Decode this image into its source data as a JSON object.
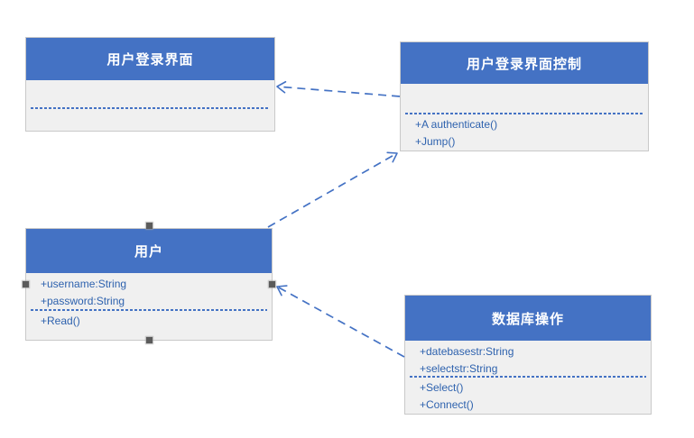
{
  "diagram": {
    "type": "uml-class-diagram",
    "classes": [
      {
        "name": "用户登录界面",
        "attributes": [],
        "methods": []
      },
      {
        "name": "用户登录界面控制",
        "attributes": [],
        "methods": [
          "+A authenticate()",
          "+Jump()"
        ]
      },
      {
        "name": "用户",
        "attributes": [
          "+username:String",
          "+password:String"
        ],
        "methods": [
          "+Read()"
        ],
        "selected": true
      },
      {
        "name": "数据库操作",
        "attributes": [
          "+datebasestr:String",
          "+selectstr:String"
        ],
        "methods": [
          "+Select()",
          "+Connect()"
        ]
      }
    ],
    "relationships": [
      {
        "from": "用户登录界面控制",
        "to": "用户登录界面",
        "type": "dashed-open-arrow"
      },
      {
        "from": "用户",
        "to": "用户登录界面控制",
        "type": "dashed-open-arrow"
      },
      {
        "from": "数据库操作",
        "to": "用户",
        "type": "dashed-open-arrow"
      }
    ],
    "colors": {
      "header_fill": "#4472C4",
      "header_text": "#FFFFFF",
      "body_fill": "#F0F0F0",
      "box_border": "#C9C9C9",
      "member_text": "#2E62AE",
      "connector": "#4472C4",
      "selection_handle": "#5B5B5B",
      "background": "#FFFFFF"
    }
  }
}
